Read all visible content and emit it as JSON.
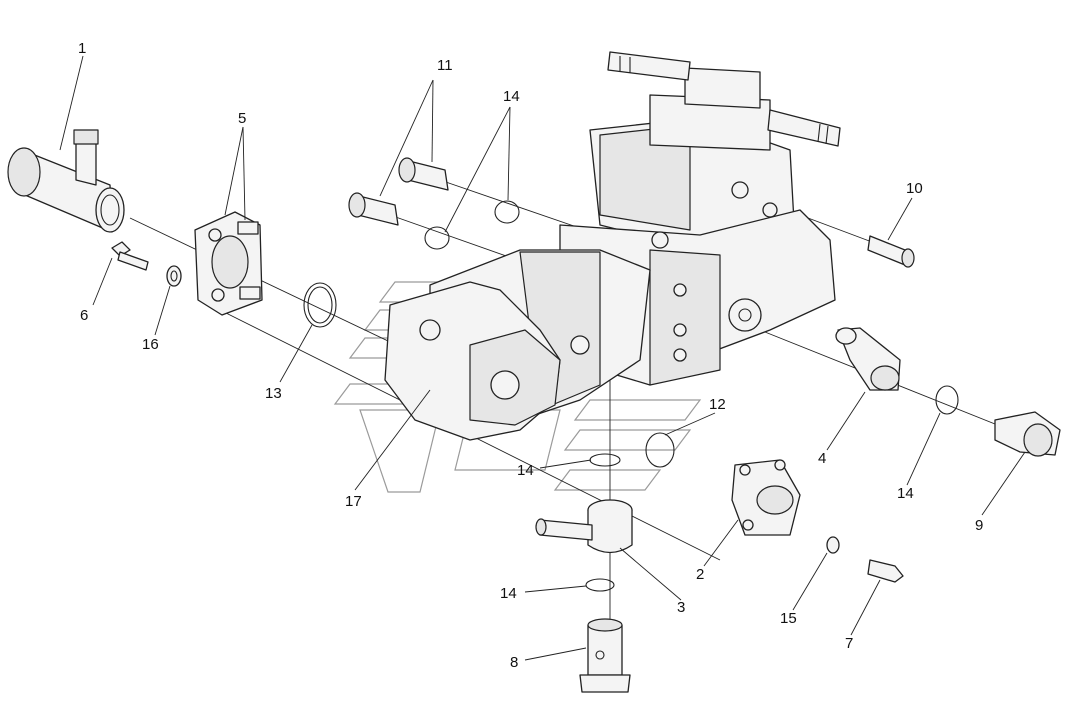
{
  "callouts": {
    "c1": "1",
    "c2": "2",
    "c3": "3",
    "c4": "4",
    "c5": "5",
    "c6": "6",
    "c7": "7",
    "c8": "8",
    "c9": "9",
    "c10": "10",
    "c11": "11",
    "c12": "12",
    "c13": "13",
    "c14a": "14",
    "c14b": "14",
    "c14c": "14",
    "c14d": "14",
    "c15": "15",
    "c16": "16",
    "c17": "17"
  }
}
